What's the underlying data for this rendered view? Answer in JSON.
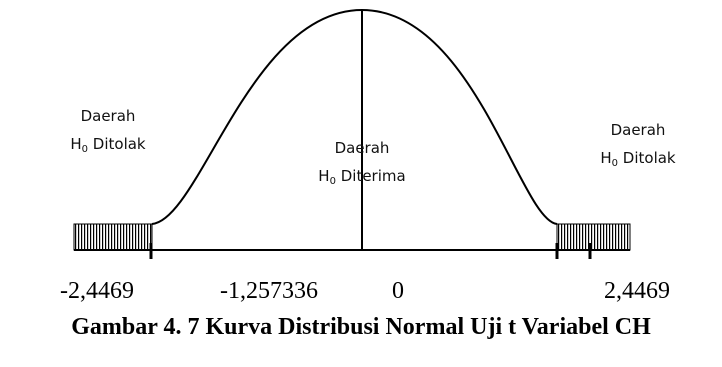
{
  "regions": {
    "left": {
      "word": "Daerah",
      "h_symbol": "H",
      "h_subscript": "0",
      "status": "Ditolak"
    },
    "center": {
      "word": "Daerah",
      "h_symbol": "H",
      "h_subscript": "0",
      "status": "Diterima"
    },
    "right": {
      "word": "Daerah",
      "h_symbol": "H",
      "h_subscript": "0",
      "status": "Ditolak"
    }
  },
  "axis_values": [
    "-2,4469",
    "-1,257336",
    "0",
    "2,4469"
  ],
  "caption": "Gambar 4. 7 Kurva Distribusi Normal Uji t Variabel CH",
  "colors": {
    "curve": "#000000",
    "hatch": "#000000",
    "text": "#111111"
  }
}
